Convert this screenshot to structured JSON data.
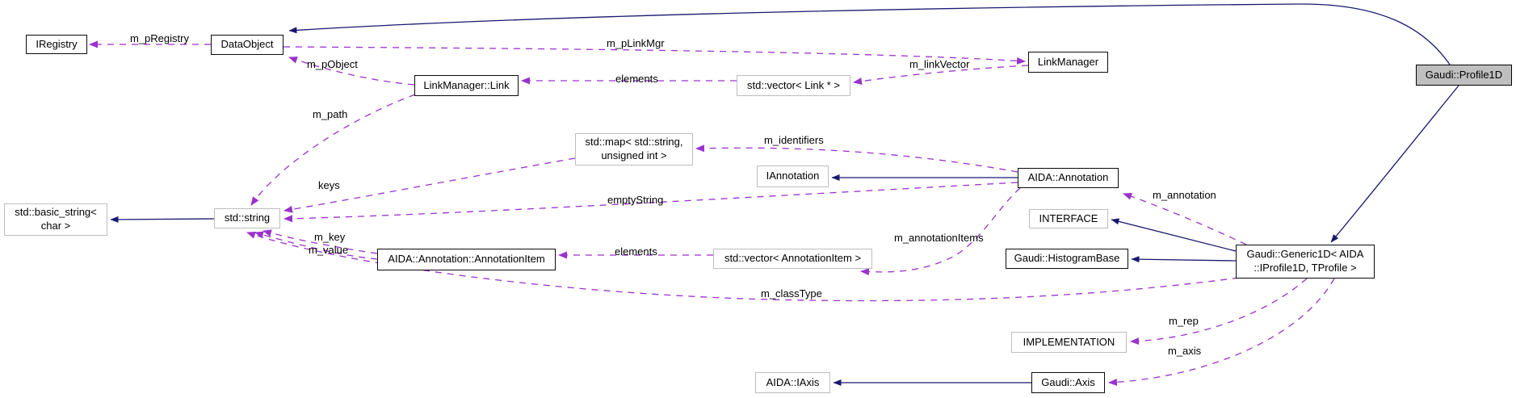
{
  "diagram": {
    "type": "class-collaboration-graph",
    "colors": {
      "background": "#ffffff",
      "inheritance_edge": "#191970",
      "usage_edge": "#9a32cd",
      "node_border_linked": "#0a0a0a",
      "node_border_external": "#bdbdbd",
      "current_node_fill": "#bfbfbf",
      "node_fill": "#ffffff"
    },
    "nodes": {
      "iregistry": {
        "label": "IRegistry"
      },
      "dataobject": {
        "label": "DataObject"
      },
      "linkmanager_link": {
        "label": "LinkManager::Link"
      },
      "vector_link": {
        "label": "std::vector< Link * >"
      },
      "linkmanager": {
        "label": "LinkManager"
      },
      "profile1d": {
        "label": "Gaudi::Profile1D"
      },
      "stdmap": {
        "label": "std::map< std::string,\nunsigned int >"
      },
      "iannotation": {
        "label": "IAnnotation"
      },
      "aida_annotation": {
        "label": "AIDA::Annotation"
      },
      "interface": {
        "label": "INTERFACE"
      },
      "histogrambase": {
        "label": "Gaudi::HistogramBase"
      },
      "generic1d": {
        "label": "Gaudi::Generic1D< AIDA\n::IProfile1D, TProfile >"
      },
      "basic_string": {
        "label": "std::basic_string<\nchar >"
      },
      "stdstring": {
        "label": "std::string"
      },
      "annotationitem": {
        "label": "AIDA::Annotation::AnnotationItem"
      },
      "vector_annotationitem": {
        "label": "std::vector< AnnotationItem >"
      },
      "implementation": {
        "label": "IMPLEMENTATION"
      },
      "aida_iaxis": {
        "label": "AIDA::IAxis"
      },
      "gaudi_axis": {
        "label": "Gaudi::Axis"
      }
    },
    "edge_labels": {
      "m_pRegistry": "m_pRegistry",
      "m_pObject": "m_pObject",
      "m_pLinkMgr": "m_pLinkMgr",
      "elements_links": "elements",
      "m_linkVector": "m_linkVector",
      "m_path": "m_path",
      "keys": "keys",
      "m_identifiers": "m_identifiers",
      "emptyString": "emptyString",
      "m_annotation": "m_annotation",
      "m_annotationItems": "m_annotationItems",
      "m_key": "m_key",
      "m_value": "m_value",
      "elements_items": "elements",
      "m_classType": "m_classType",
      "m_rep": "m_rep",
      "m_axis": "m_axis"
    }
  }
}
